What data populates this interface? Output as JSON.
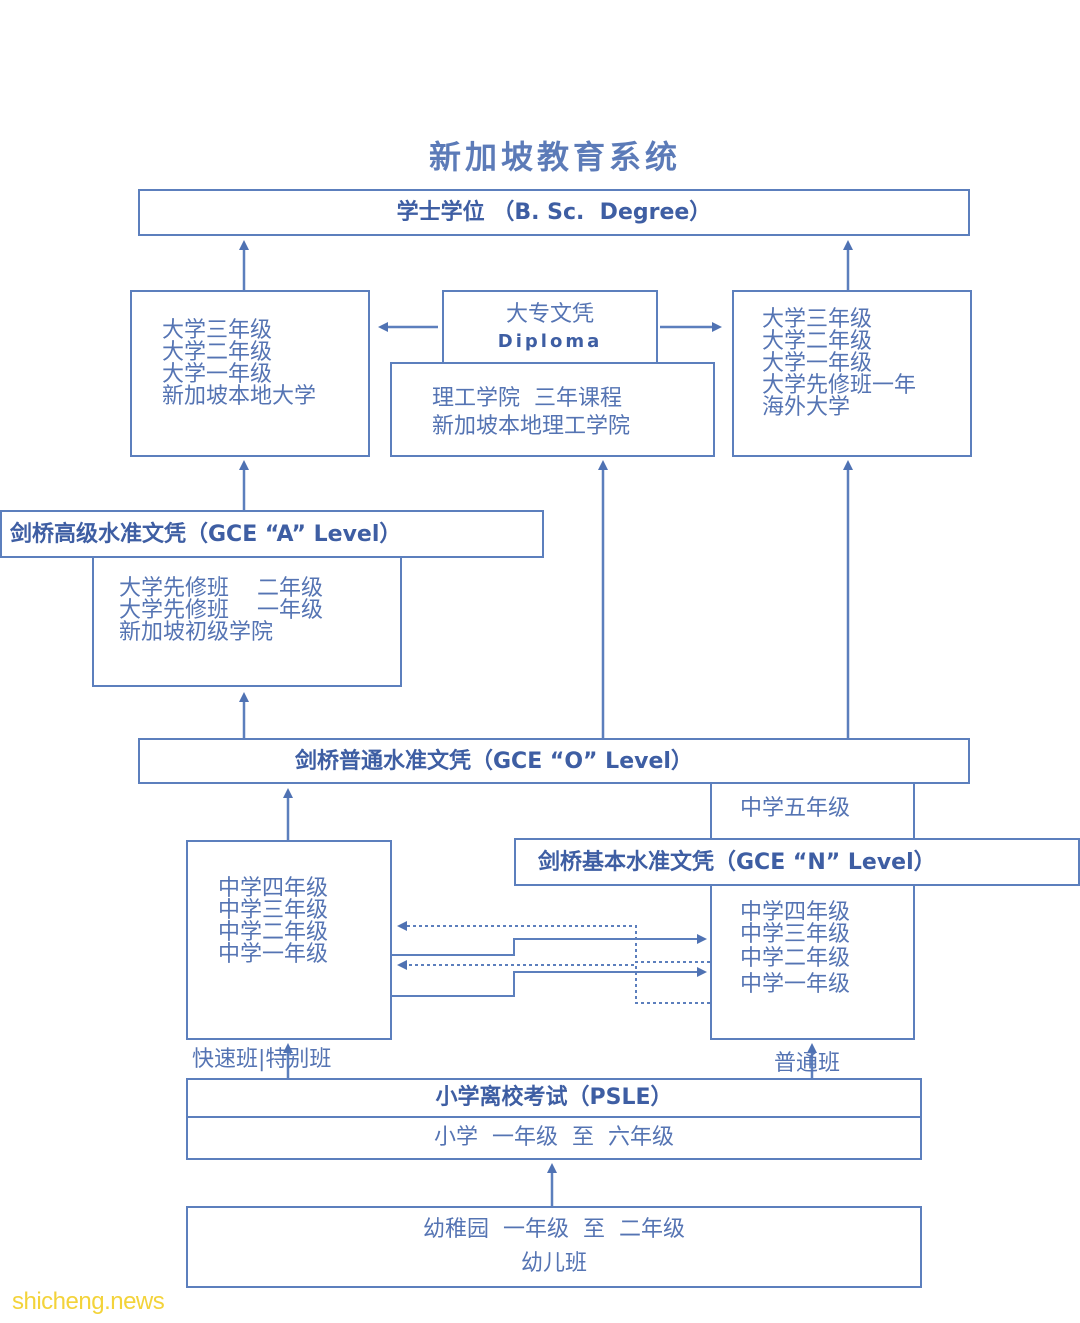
{
  "title": "新加坡教育系统",
  "degree": "学士学位 （B. Sc.  Degree）",
  "local_university": [
    "大学三年级",
    "大学二年级",
    "大学一年级",
    "新加坡本地大学"
  ],
  "diploma": {
    "label": "大专文凭",
    "sub": "Diploma"
  },
  "polytechnic": [
    "理工学院  三年课程",
    "新加坡本地理工学院"
  ],
  "overseas_university": [
    "大学三年级",
    "大学二年级",
    "大学一年级",
    "大学先修班一年",
    "海外大学"
  ],
  "a_level": "剑桥高级水准文凭（GCE “A” Level）",
  "junior_college": [
    "大学先修班    二年级",
    "大学先修班    一年级",
    "新加坡初级学院"
  ],
  "o_level": "剑桥普通水准文凭（GCE “O” Level）",
  "secondary_five": "中学五年级",
  "n_level": "剑桥基本水准文凭（GCE “N” Level）",
  "express_stream": [
    "中学四年级",
    "中学三年级",
    "中学二年级",
    "中学一年级"
  ],
  "express_label": "快速班|特别班",
  "normal_stream": [
    "中学四年级",
    "中学三年级",
    "中学二年级",
    "中学一年级"
  ],
  "normal_label": "普通班",
  "psle": "小学离校考试（PSLE）",
  "primary": "小学  一年级  至  六年级",
  "kindergarten": [
    "幼稚园  一年级  至  二年级",
    "幼儿班"
  ],
  "watermark": "shicheng.news",
  "colors": {
    "line": "#5c7fbd",
    "text": "#5574b3",
    "watermark": "#f3d33a"
  }
}
